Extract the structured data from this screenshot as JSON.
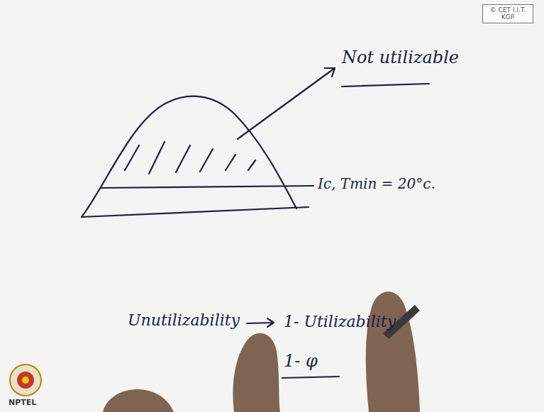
{
  "diagram": {
    "nodes": [
      {
        "text": [
          "© CET I.I.T. KGP"
        ]
      }
    ],
    "labels": [
      "Not utilizable",
      "Ic, Tmin = 20°c.",
      "Unutilizability",
      "1- Utilizability",
      "1- φ",
      "NPTEL"
    ]
  }
}
